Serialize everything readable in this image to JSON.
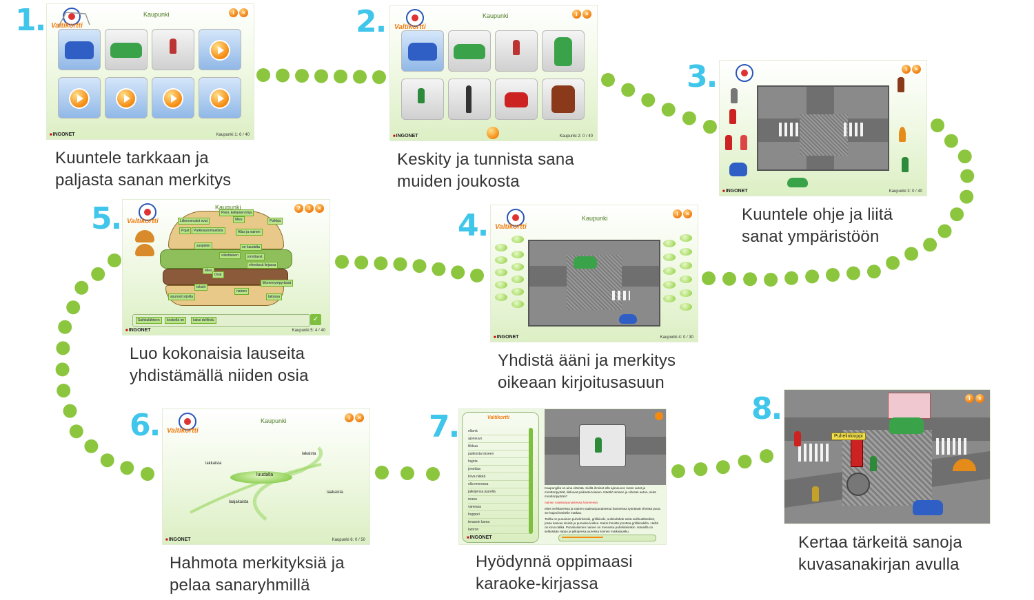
{
  "steps": [
    {
      "number": "1.",
      "caption": "Kuuntele tarkkaan ja\npaljasta sanan merkitys",
      "screen_title": "Kaupunki",
      "counter": "Kaupunki 1: 6 / 40"
    },
    {
      "number": "2.",
      "caption": "Keskity ja tunnista sana\nmuiden joukosta",
      "screen_title": "Kaupunki",
      "counter": "Kaupunki 2: 0 / 40"
    },
    {
      "number": "3.",
      "caption": "Kuuntele ohje ja liitä\nsanat ympäristöön",
      "screen_title": "",
      "counter": "Kaupunki 3: 0 / 40"
    },
    {
      "number": "4.",
      "caption": "Yhdistä ääni ja merkitys\noikeaan kirjoitusasuun",
      "screen_title": "Kaupunki",
      "counter": "Kaupunki 4: 0 / 30"
    },
    {
      "number": "5.",
      "caption": "Luo kokonaisia lauseita\nyhdistämällä niiden osia",
      "screen_title": "Kaupunki",
      "counter": "Kaupunki 5: 4 / 40"
    },
    {
      "number": "6.",
      "caption": "Hahmota merkityksiä ja\npelaa sanaryhmillä",
      "screen_title": "Kaupunki",
      "counter": "Kaupunki 6: 0 / 50"
    },
    {
      "number": "7.",
      "caption": "Hyödynnä oppimaasi\nkaraoke-kirjassa",
      "screen_title": "",
      "counter": ""
    },
    {
      "number": "8.",
      "caption": "Kertaa tärkeitä sanoja\nkuvasanakirjan avulla",
      "screen_title": "",
      "counter": ""
    }
  ],
  "brand": "INGONET",
  "logo_text": "Valtikortti",
  "screen5": {
    "chips": [
      "Pieni, keltainen linja",
      "Liikennevalot ovat",
      "Mies",
      "Poikkia",
      "Pojat",
      "Parkkiautomaatista",
      "Allas ja nainen",
      "suojatien",
      "on kaudalta",
      "viikottaisen",
      "jonottavat",
      "vihreässä linjassa",
      "Mies",
      "Ovat",
      "liikenneympyrässä",
      "tekstit",
      "asunnot sijoilta",
      "nainen",
      "taloissa"
    ],
    "sentence": [
      "Suihkulähteen",
      "keskellä on",
      "kaksi delfiiniä."
    ]
  },
  "screen6": {
    "center_word": "luudalla",
    "words": [
      "lakkaista",
      "lakaista",
      "laakaista",
      "laajakaista"
    ]
  },
  "screen7": {
    "list": [
      "elämä",
      "ajoneuvo",
      "liikkua",
      "paikoista toiseen",
      "hajota",
      "jonottaa",
      "kova näkkä",
      "olla menossa",
      "jalkojensa juurella",
      "reuna",
      "vaneasa",
      "huppari",
      "terassin luona",
      "lamron"
    ],
    "text1": "Kaupungilla on aina elämää. Siellä ihmiset ellä ajoneuvot, kuten autot ja moottoripyörät, liikkuvat paikasta toiseen. Näetkö sinisen ja vihreän auton, sekä moottoripyörän?",
    "highlight": "nainen vaaleanpunaisessa hameessa",
    "text2": "Mies verkkareissa ja nainen vaaleanpunaisessa hameessa työntävät vihreää puoa. Se hajosi keskelle matkan.",
    "text3": "Torilla on punainen puhelinkioski, grillikioski, suihkulähde sekä suihkulähteikkö, jossa kasvaa sinisiä ja punaisia kukkia. Kaksi ihmistä jonottaa grillikioskilla. Heillä on kova nälkä. Punahuiluinen nainen on menossa puhelinkioskin. Häneillä on selässään reppu ja jalkojensa juuressa sininen matkalaukku."
  },
  "screen8": {
    "label": "Puhelinkioppi"
  },
  "colors": {
    "dots": "#8cc63f",
    "numbers": "#3fc6ea",
    "caption": "#333333",
    "accent_orange": "#f58a10"
  }
}
